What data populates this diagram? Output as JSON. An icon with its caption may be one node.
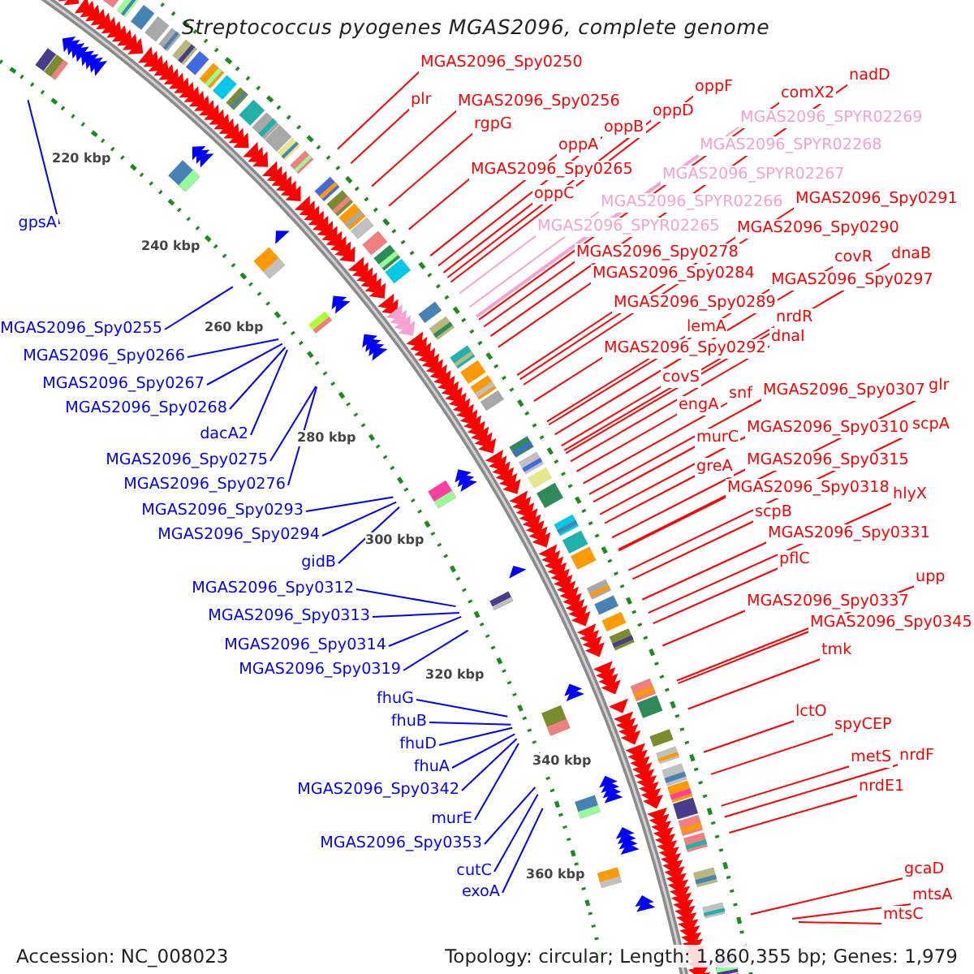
{
  "diagram": {
    "title": "Streptococcus pyogenes MGAS2096, complete genome",
    "nodes": [
      {
        "text": [
          "MGAS2096_Spy0250"
        ]
      },
      {
        "text": [
          "plr"
        ]
      },
      {
        "text": [
          "MGAS2096_Spy0256"
        ]
      },
      {
        "text": [
          "rgpG"
        ]
      },
      {
        "text": [
          "oppF"
        ]
      },
      {
        "text": [
          "nadD"
        ]
      },
      {
        "text": [
          "comX2"
        ]
      },
      {
        "text": [
          "oppD"
        ]
      },
      {
        "text": [
          "MGAS2096_SPYR02269"
        ]
      },
      {
        "text": [
          "oppB"
        ]
      },
      {
        "text": [
          "oppA"
        ]
      },
      {
        "text": [
          "MGAS2096_SPYR02268"
        ]
      },
      {
        "text": [
          "MGAS2096_Spy0265"
        ]
      },
      {
        "text": [
          "MGAS2096_SPYR02267"
        ]
      },
      {
        "text": [
          "oppC"
        ]
      },
      {
        "text": [
          "MGAS2096_Spy0291"
        ]
      },
      {
        "text": [
          "MGAS2096_SPYR02266"
        ]
      },
      {
        "text": [
          "MGAS2096_SPYR02265"
        ]
      },
      {
        "text": [
          "MGAS2096_Spy0290"
        ]
      },
      {
        "text": [
          "MGAS2096_Spy0278"
        ]
      },
      {
        "text": [
          "dnaB"
        ]
      },
      {
        "text": [
          "covR"
        ]
      },
      {
        "text": [
          "MGAS2096_Spy0284"
        ]
      },
      {
        "text": [
          "MGAS2096_Spy0297"
        ]
      },
      {
        "text": [
          "MGAS2096_Spy0289"
        ]
      },
      {
        "text": [
          "nrdR"
        ]
      },
      {
        "text": [
          "lemA"
        ]
      },
      {
        "text": [
          "dnaI"
        ]
      },
      {
        "text": [
          "MGAS2096_Spy0292"
        ]
      },
      {
        "text": [
          "covS"
        ]
      },
      {
        "text": [
          "glr"
        ]
      },
      {
        "text": [
          "MGAS2096_Spy0307"
        ]
      },
      {
        "text": [
          "snf"
        ]
      },
      {
        "text": [
          "engA"
        ]
      },
      {
        "text": [
          "scpA"
        ]
      },
      {
        "text": [
          "MGAS2096_Spy0310"
        ]
      },
      {
        "text": [
          "murC"
        ]
      },
      {
        "text": [
          "MGAS2096_Spy0315"
        ]
      },
      {
        "text": [
          "greA"
        ]
      },
      {
        "text": [
          "MGAS2096_Spy0318"
        ]
      },
      {
        "text": [
          "hlyX"
        ]
      },
      {
        "text": [
          "scpB"
        ]
      },
      {
        "text": [
          "MGAS2096_Spy0331"
        ]
      },
      {
        "text": [
          "pflC"
        ]
      },
      {
        "text": [
          "upp"
        ]
      },
      {
        "text": [
          "MGAS2096_Spy0337"
        ]
      },
      {
        "text": [
          "MGAS2096_Spy0345"
        ]
      },
      {
        "text": [
          "tmk"
        ]
      },
      {
        "text": [
          "lctO"
        ]
      },
      {
        "text": [
          "spyCEP"
        ]
      },
      {
        "text": [
          "nrdF"
        ]
      },
      {
        "text": [
          "metS"
        ]
      },
      {
        "text": [
          "nrdE1"
        ]
      },
      {
        "text": [
          "gcaD"
        ]
      },
      {
        "text": [
          "mtsA"
        ]
      },
      {
        "text": [
          "mtsC"
        ]
      },
      {
        "text": [
          "gpsA"
        ]
      },
      {
        "text": [
          "MGAS2096_Spy0255"
        ]
      },
      {
        "text": [
          "MGAS2096_Spy0266"
        ]
      },
      {
        "text": [
          "MGAS2096_Spy0267"
        ]
      },
      {
        "text": [
          "MGAS2096_Spy0268"
        ]
      },
      {
        "text": [
          "dacA2"
        ]
      },
      {
        "text": [
          "MGAS2096_Spy0275"
        ]
      },
      {
        "text": [
          "MGAS2096_Spy0276"
        ]
      },
      {
        "text": [
          "MGAS2096_Spy0293"
        ]
      },
      {
        "text": [
          "MGAS2096_Spy0294"
        ]
      },
      {
        "text": [
          "gidB"
        ]
      },
      {
        "text": [
          "MGAS2096_Spy0312"
        ]
      },
      {
        "text": [
          "MGAS2096_Spy0313"
        ]
      },
      {
        "text": [
          "MGAS2096_Spy0314"
        ]
      },
      {
        "text": [
          "MGAS2096_Spy0319"
        ]
      },
      {
        "text": [
          "fhuG"
        ]
      },
      {
        "text": [
          "fhuB"
        ]
      },
      {
        "text": [
          "fhuD"
        ]
      },
      {
        "text": [
          "fhuA"
        ]
      },
      {
        "text": [
          "MGAS2096_Spy0342"
        ]
      },
      {
        "text": [
          "murE"
        ]
      },
      {
        "text": [
          "MGAS2096_Spy0353"
        ]
      },
      {
        "text": [
          "cutC"
        ]
      },
      {
        "text": [
          "exoA"
        ]
      }
    ],
    "edges": [
      {
        "from": 0,
        "to": null,
        "arrow": "none"
      },
      {
        "from": 1,
        "to": null,
        "arrow": "none"
      },
      {
        "from": 2,
        "to": null,
        "arrow": "none"
      },
      {
        "from": 3,
        "to": null,
        "arrow": "none"
      },
      {
        "from": 4,
        "to": null,
        "arrow": "none"
      },
      {
        "from": 5,
        "to": null,
        "arrow": "none"
      },
      {
        "from": 6,
        "to": null,
        "arrow": "none"
      },
      {
        "from": 7,
        "to": null,
        "arrow": "none"
      },
      {
        "from": 8,
        "to": null,
        "arrow": "none",
        "color": "#f7a1cf"
      },
      {
        "from": 9,
        "to": null,
        "arrow": "none"
      },
      {
        "from": 10,
        "to": null,
        "arrow": "none"
      },
      {
        "from": 11,
        "to": null,
        "arrow": "none",
        "color": "#f7a1cf"
      },
      {
        "from": 12,
        "to": null,
        "arrow": "none"
      },
      {
        "from": 13,
        "to": null,
        "arrow": "none",
        "color": "#f7a1cf"
      },
      {
        "from": 14,
        "to": null,
        "arrow": "none"
      },
      {
        "from": 15,
        "to": null,
        "arrow": "none"
      },
      {
        "from": 16,
        "to": null,
        "arrow": "none",
        "color": "#f7a1cf"
      },
      {
        "from": 17,
        "to": null,
        "arrow": "none",
        "color": "#f7a1cf"
      },
      {
        "from": 18,
        "to": null,
        "arrow": "none"
      },
      {
        "from": 19,
        "to": null,
        "arrow": "none"
      },
      {
        "from": 20,
        "to": null,
        "arrow": "none"
      },
      {
        "from": 21,
        "to": null,
        "arrow": "none"
      },
      {
        "from": 22,
        "to": null,
        "arrow": "none"
      },
      {
        "from": 23,
        "to": null,
        "arrow": "none"
      },
      {
        "from": 24,
        "to": null,
        "arrow": "none"
      },
      {
        "from": 25,
        "to": null,
        "arrow": "none"
      },
      {
        "from": 26,
        "to": null,
        "arrow": "none"
      },
      {
        "from": 27,
        "to": null,
        "arrow": "none"
      },
      {
        "from": 28,
        "to": null,
        "arrow": "none"
      },
      {
        "from": 29,
        "to": null,
        "arrow": "none"
      },
      {
        "from": 30,
        "to": null,
        "arrow": "none"
      },
      {
        "from": 31,
        "to": null,
        "arrow": "none"
      },
      {
        "from": 32,
        "to": null,
        "arrow": "none"
      },
      {
        "from": 33,
        "to": null,
        "arrow": "none"
      },
      {
        "from": 34,
        "to": null,
        "arrow": "none"
      },
      {
        "from": 35,
        "to": null,
        "arrow": "none"
      },
      {
        "from": 36,
        "to": null,
        "arrow": "none"
      },
      {
        "from": 37,
        "to": null,
        "arrow": "none"
      },
      {
        "from": 38,
        "to": null,
        "arrow": "none"
      },
      {
        "from": 39,
        "to": null,
        "arrow": "none"
      },
      {
        "from": 40,
        "to": null,
        "arrow": "none"
      },
      {
        "from": 41,
        "to": null,
        "arrow": "none"
      },
      {
        "from": 42,
        "to": null,
        "arrow": "none"
      },
      {
        "from": 43,
        "to": null,
        "arrow": "none"
      },
      {
        "from": 44,
        "to": null,
        "arrow": "none"
      },
      {
        "from": 45,
        "to": null,
        "arrow": "none"
      },
      {
        "from": 46,
        "to": null,
        "arrow": "none"
      },
      {
        "from": 47,
        "to": null,
        "arrow": "none"
      },
      {
        "from": 48,
        "to": null,
        "arrow": "none"
      },
      {
        "from": 49,
        "to": null,
        "arrow": "none"
      },
      {
        "from": 50,
        "to": null,
        "arrow": "none"
      },
      {
        "from": 51,
        "to": null,
        "arrow": "none"
      },
      {
        "from": 52,
        "to": null,
        "arrow": "none"
      },
      {
        "from": 53,
        "to": null,
        "arrow": "none"
      },
      {
        "from": 54,
        "to": null,
        "arrow": "none"
      },
      {
        "from": 55,
        "to": null,
        "arrow": "none"
      },
      {
        "from": 56,
        "to": null,
        "arrow": "none",
        "color": "#0000ff"
      },
      {
        "from": 57,
        "to": null,
        "arrow": "none",
        "color": "#0000ff"
      },
      {
        "from": 58,
        "to": null,
        "arrow": "none",
        "color": "#0000ff"
      },
      {
        "from": 59,
        "to": null,
        "arrow": "none",
        "color": "#0000ff"
      },
      {
        "from": 60,
        "to": null,
        "arrow": "none",
        "color": "#0000ff"
      },
      {
        "from": 61,
        "to": null,
        "arrow": "none",
        "color": "#0000ff"
      },
      {
        "from": 62,
        "to": null,
        "arrow": "none",
        "color": "#0000ff"
      },
      {
        "from": 63,
        "to": null,
        "arrow": "none",
        "color": "#0000ff"
      },
      {
        "from": 64,
        "to": null,
        "arrow": "none",
        "color": "#0000ff"
      },
      {
        "from": 65,
        "to": null,
        "arrow": "none",
        "color": "#0000ff"
      },
      {
        "from": 66,
        "to": null,
        "arrow": "none",
        "color": "#0000ff"
      },
      {
        "from": 67,
        "to": null,
        "arrow": "none",
        "color": "#0000ff"
      },
      {
        "from": 68,
        "to": null,
        "arrow": "none",
        "color": "#0000ff"
      },
      {
        "from": 69,
        "to": null,
        "arrow": "none",
        "color": "#0000ff"
      },
      {
        "from": 70,
        "to": null,
        "arrow": "none",
        "color": "#0000ff"
      },
      {
        "from": 71,
        "to": null,
        "arrow": "none",
        "color": "#0000ff"
      },
      {
        "from": 72,
        "to": null,
        "arrow": "none",
        "color": "#0000ff"
      },
      {
        "from": 73,
        "to": null,
        "arrow": "none",
        "color": "#0000ff"
      },
      {
        "from": 74,
        "to": null,
        "arrow": "none",
        "color": "#0000ff"
      },
      {
        "from": 75,
        "to": null,
        "arrow": "none",
        "color": "#0000ff"
      },
      {
        "from": 76,
        "to": null,
        "arrow": "none",
        "color": "#0000ff"
      },
      {
        "from": 77,
        "to": null,
        "arrow": "none",
        "color": "#0000ff"
      },
      {
        "from": 78,
        "to": null,
        "arrow": "none",
        "color": "#0000ff"
      },
      {
        "from": 79,
        "to": null,
        "arrow": "none",
        "color": "#0000ff"
      }
    ],
    "labels": [
      "220 kbp",
      "240 kbp",
      "260 kbp",
      "280 kbp",
      "300 kbp",
      "320 kbp",
      "340 kbp",
      "360 kbp",
      "Accession: NC_008023",
      "Topology: circular; Length: 1,860,355 bp; Genes: 1,979"
    ]
  }
}
